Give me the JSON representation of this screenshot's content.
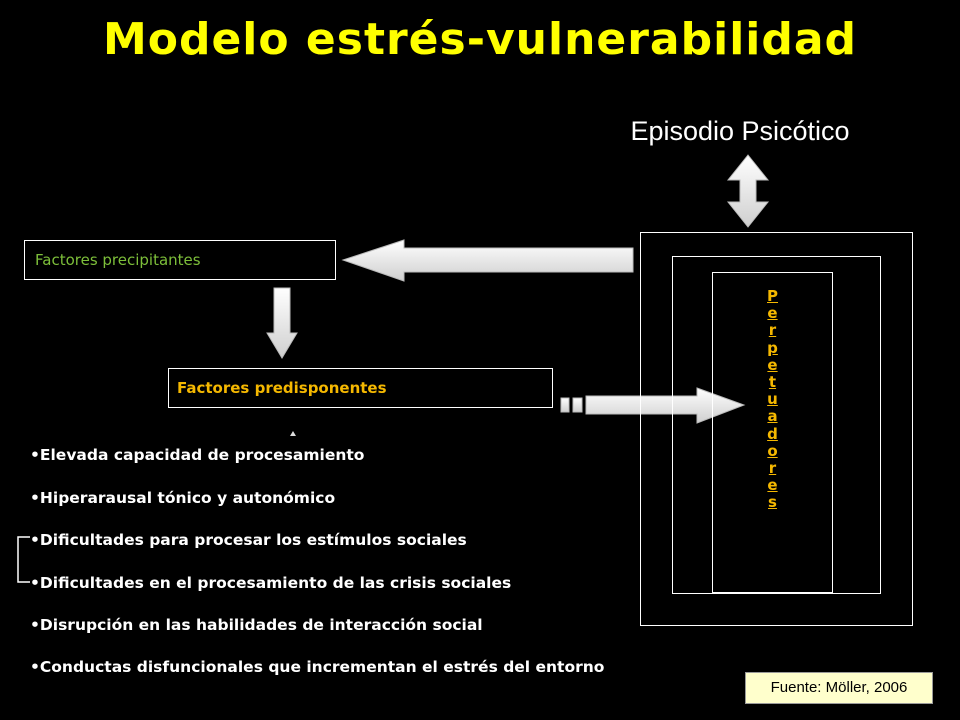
{
  "title": "Modelo estrés-vulnerabilidad",
  "episode": "Episodio Psicótico",
  "precipitants": "Factores precipitantes",
  "predisposing": "Factores predisponentes",
  "perpetuating_letters": [
    "P",
    "e",
    "r",
    "p",
    "e",
    "t",
    "u",
    "a",
    "d",
    "o",
    "r",
    "e",
    "s"
  ],
  "factors": [
    "•Elevada capacidad de procesamiento",
    "•Hiperarausal tónico y autonómico",
    "•Dificultades para procesar los estímulos sociales",
    "•Dificultades en el procesamiento de las crisis sociales",
    "•Disrupción en las habilidades de interacción social",
    "•Conductas disfuncionales que incrementan el estrés del entorno"
  ],
  "source": "Fuente: Möller, 2006",
  "colors": {
    "title": "#ffff00",
    "precipitants_text": "#7dbf3a",
    "predisposing_text": "#f5b800",
    "arrow_fill": "#d9d9d9",
    "source_bg": "#ffffcc"
  }
}
